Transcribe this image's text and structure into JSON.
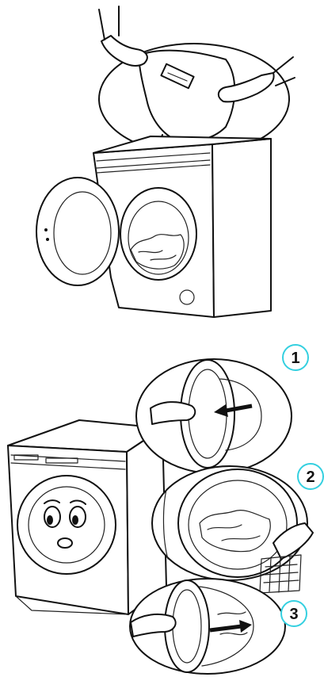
{
  "steps": [
    {
      "number": "1"
    },
    {
      "number": "2"
    },
    {
      "number": "3"
    }
  ],
  "colors": {
    "ink": "#111111",
    "step_circle_border": "#35d0e0",
    "background": "#ffffff"
  }
}
